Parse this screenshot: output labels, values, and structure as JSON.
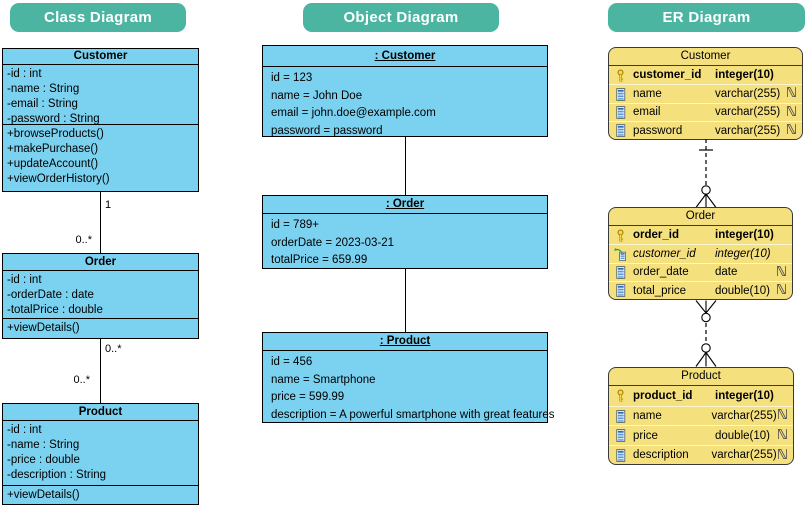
{
  "badges": {
    "class_diagram": "Class Diagram",
    "object_diagram": "Object Diagram",
    "er_diagram": "ER Diagram"
  },
  "colors": {
    "badge_teal": "#4cb5a2",
    "uml_blue": "#7bd1f0",
    "er_yellow": "#f5e07e"
  },
  "class_diagram": {
    "customer": {
      "title": "Customer",
      "attributes": [
        "-id : int",
        "-name : String",
        "-email : String",
        "-password : String"
      ],
      "operations": [
        "+browseProducts()",
        "+makePurchase()",
        "+updateAccount()",
        "+viewOrderHistory()"
      ]
    },
    "order": {
      "title": "Order",
      "attributes": [
        "-id : int",
        "-orderDate : date",
        "-totalPrice : double"
      ],
      "operations": [
        "+viewDetails()"
      ]
    },
    "product": {
      "title": "Product",
      "attributes": [
        "-id : int",
        "-name : String",
        "-price : double",
        "-description : String"
      ],
      "operations": [
        "+viewDetails()"
      ]
    },
    "multiplicities": {
      "customer_order_one": "1",
      "customer_order_many": "0..*",
      "order_product_top": "0..*",
      "order_product_bottom": "0..*"
    }
  },
  "object_diagram": {
    "customer": {
      "title": ": Customer",
      "slots": [
        "id = 123",
        "name = John Doe",
        "email = john.doe@example.com",
        "password = password"
      ]
    },
    "order": {
      "title": ": Order",
      "slots": [
        "id = 789+",
        "orderDate = 2023-03-21",
        "totalPrice = 659.99"
      ]
    },
    "product": {
      "title": ": Product",
      "slots": [
        "id = 456",
        "name = Smartphone",
        "price = 599.99",
        "description = A powerful smartphone with great features"
      ]
    }
  },
  "er_diagram": {
    "customer": {
      "title": "Customer",
      "rows": [
        {
          "name": "customer_id",
          "type": "integer(10)"
        },
        {
          "name": "name",
          "type": "varchar(255)",
          "nullable": "ℕ"
        },
        {
          "name": "email",
          "type": "varchar(255)",
          "nullable": "ℕ"
        },
        {
          "name": "password",
          "type": "varchar(255)",
          "nullable": "ℕ"
        }
      ]
    },
    "order": {
      "title": "Order",
      "rows": [
        {
          "name": "order_id",
          "type": "integer(10)"
        },
        {
          "name": "customer_id",
          "type": "integer(10)"
        },
        {
          "name": "order_date",
          "type": "date",
          "nullable": "ℕ"
        },
        {
          "name": "total_price",
          "type": "double(10)",
          "nullable": "ℕ"
        }
      ]
    },
    "product": {
      "title": "Product",
      "rows": [
        {
          "name": "product_id",
          "type": "integer(10)"
        },
        {
          "name": "name",
          "type": "varchar(255)",
          "nullable": "ℕ"
        },
        {
          "name": "price",
          "type": "double(10)",
          "nullable": "ℕ"
        },
        {
          "name": "description",
          "type": "varchar(255)",
          "nullable": "ℕ"
        }
      ]
    }
  }
}
